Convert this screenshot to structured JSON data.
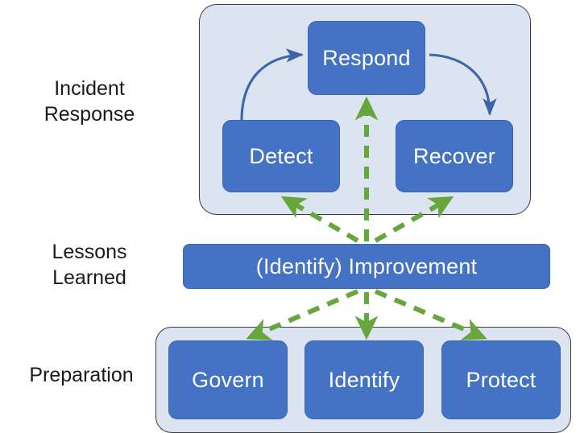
{
  "diagram": {
    "title": "Incident Response / Lessons Learned / Preparation cycle",
    "colors": {
      "node_fill": "#4472c4",
      "node_text": "#ffffff",
      "group_fill": "#dde4f1",
      "group_border": "#3a3a3a",
      "blue_arrow": "#3c64a8",
      "green_arrow": "#66a63c",
      "canvas": "#ffffff"
    }
  },
  "row_labels": [
    {
      "id": "incident-response",
      "text": "Incident\nResponse"
    },
    {
      "id": "lessons-learned",
      "text": "Lessons\nLearned"
    },
    {
      "id": "preparation",
      "text": "Preparation"
    }
  ],
  "groups": [
    {
      "id": "incident-response",
      "label": "Incident Response"
    },
    {
      "id": "preparation",
      "label": "Preparation"
    }
  ],
  "nodes": [
    {
      "id": "respond",
      "label": "Respond",
      "group": "incident-response"
    },
    {
      "id": "detect",
      "label": "Detect",
      "group": "incident-response"
    },
    {
      "id": "recover",
      "label": "Recover",
      "group": "incident-response"
    },
    {
      "id": "improvement",
      "label": "(Identify) Improvement",
      "group": "lessons-learned"
    },
    {
      "id": "govern",
      "label": "Govern",
      "group": "preparation"
    },
    {
      "id": "identify",
      "label": "Identify",
      "group": "preparation"
    },
    {
      "id": "protect",
      "label": "Protect",
      "group": "preparation"
    }
  ],
  "connectors": [
    {
      "id": "detect-to-respond",
      "from": "detect",
      "to": "respond",
      "style": "solid-curve",
      "color": "#3c64a8"
    },
    {
      "id": "respond-to-recover",
      "from": "respond",
      "to": "recover",
      "style": "solid-curve",
      "color": "#3c64a8"
    },
    {
      "id": "improvement-to-respond",
      "from": "improvement",
      "to": "respond",
      "style": "dashed-arrow",
      "color": "#66a63c"
    },
    {
      "id": "improvement-to-detect",
      "from": "improvement",
      "to": "detect",
      "style": "dashed-arrow",
      "color": "#66a63c"
    },
    {
      "id": "improvement-to-recover",
      "from": "improvement",
      "to": "recover",
      "style": "dashed-arrow",
      "color": "#66a63c"
    },
    {
      "id": "improvement-to-govern",
      "from": "improvement",
      "to": "govern",
      "style": "dashed-arrow",
      "color": "#66a63c"
    },
    {
      "id": "improvement-to-identify",
      "from": "improvement",
      "to": "identify",
      "style": "dashed-arrow",
      "color": "#66a63c"
    },
    {
      "id": "improvement-to-protect",
      "from": "improvement",
      "to": "protect",
      "style": "dashed-arrow",
      "color": "#66a63c"
    }
  ]
}
